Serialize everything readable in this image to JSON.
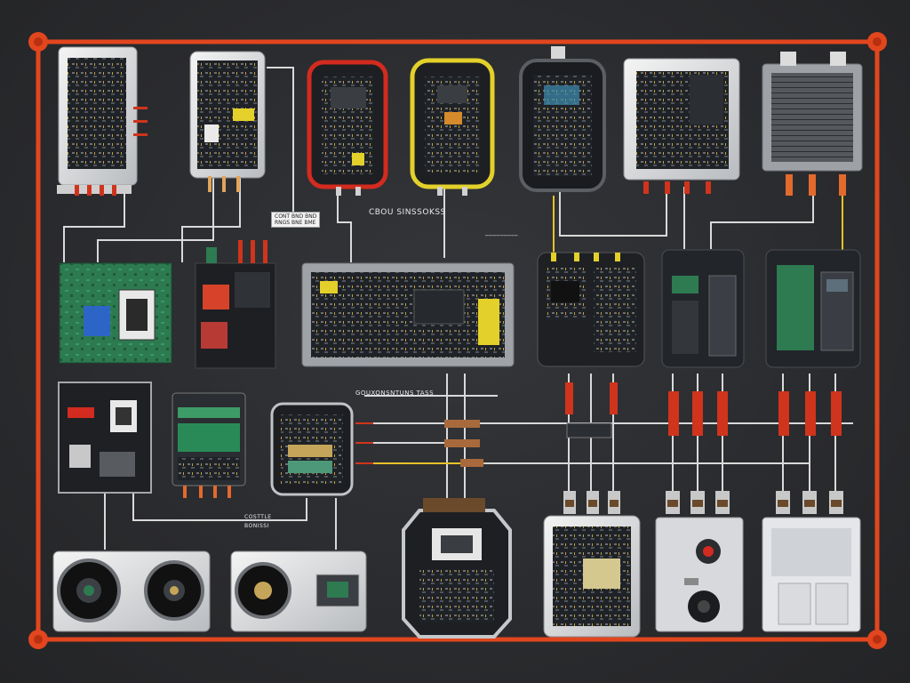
{
  "labels": {
    "title_main": "CBOU SINSSOKSS",
    "label_bar": "─────────",
    "label_mid": "GOUXONSNTUNS TASS",
    "label_bottom_a": "COSTTLE",
    "label_bottom_b": "BONISSI",
    "tag_left": "CONT BND BND\nRNGS BNE BME"
  },
  "colors": {
    "frame": "#e2461e",
    "background": "#2b2c2e",
    "wire": "#d9d9d9",
    "wire_yellow": "#e6c229",
    "wire_red": "#d0341c",
    "module_red": "#d32b1f",
    "module_yellow": "#e3d02a",
    "pcb_green": "#2e7b52"
  }
}
